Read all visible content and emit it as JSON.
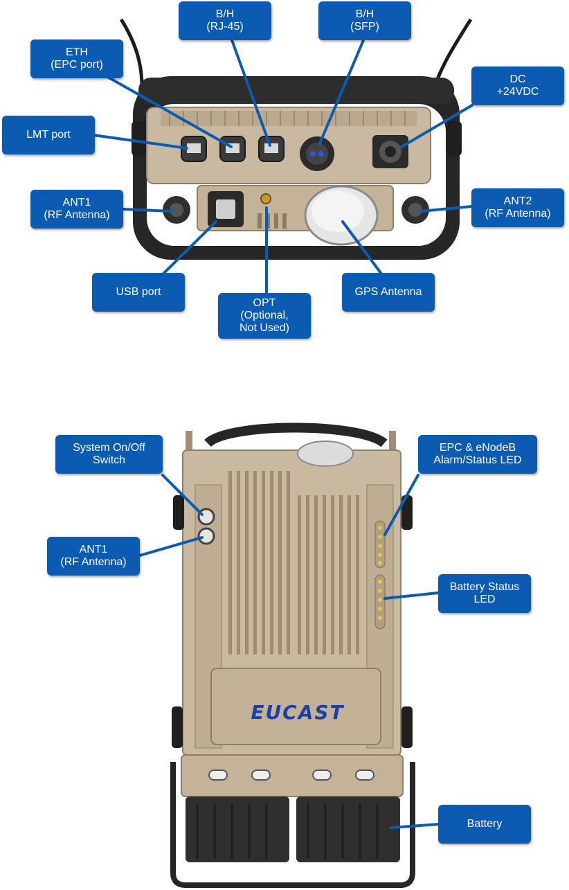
{
  "colors": {
    "callout_bg": "#0b5bb3",
    "callout_text": "#ffffff",
    "leader_line": "#0b5bb3",
    "device_body": "#c9b9a0",
    "device_frame": "#2a2a2a",
    "battery": "#2f2f2f",
    "logo": "#1a3fae"
  },
  "top_view": {
    "callouts": {
      "bh_rj45": "B/H\n(RJ-45)",
      "bh_sfp": "B/H\n(SFP)",
      "eth": "ETH\n(EPC port)",
      "dc": "DC\n+24VDC",
      "lmt": "LMT port",
      "ant1": "ANT1\n(RF Antenna)",
      "ant2": "ANT2\n(RF Antenna)",
      "usb": "USB port",
      "opt": "OPT\n(Optional,\nNot Used)",
      "gps": "GPS Antenna"
    }
  },
  "front_view": {
    "logo": "EUCAST",
    "callouts": {
      "switch": "System On/Off\nSwitch",
      "ant1": "ANT1\n(RF Antenna)",
      "epc_led": "EPC & eNodeB\nAlarm/Status LED",
      "battery_led": "Battery Status\nLED",
      "battery": "Battery"
    }
  }
}
